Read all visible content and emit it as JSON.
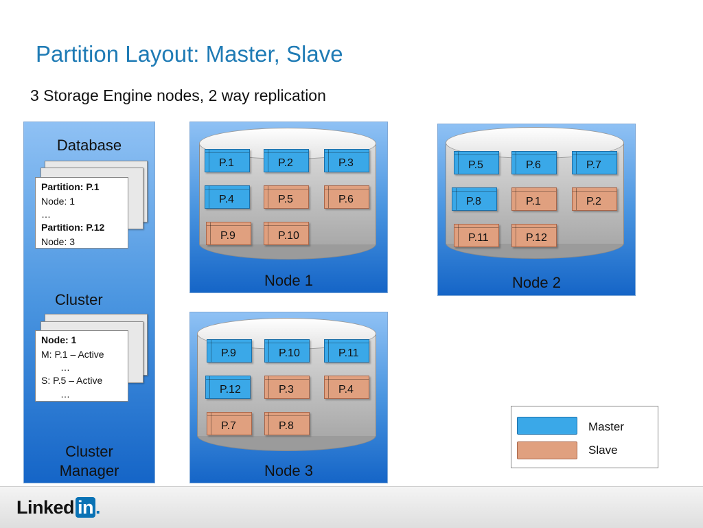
{
  "title": "Partition Layout: Master, Slave",
  "subtitle": "3 Storage Engine nodes, 2 way replication",
  "cluster_manager": {
    "database_label": "Database",
    "database_doc": [
      "Partition: P.1",
      "Node:  1",
      "…",
      "Partition: P.12",
      "Node: 3"
    ],
    "cluster_label": "Cluster",
    "cluster_doc": [
      "Node: 1",
      "M: P.1 – Active",
      "…",
      "S: P.5 – Active",
      "…"
    ],
    "label": "Cluster Manager"
  },
  "nodes": [
    {
      "label": "Node 1",
      "partitions": [
        {
          "name": "P.1",
          "role": "master"
        },
        {
          "name": "P.2",
          "role": "master"
        },
        {
          "name": "P.3",
          "role": "master"
        },
        {
          "name": "P.4",
          "role": "master"
        },
        {
          "name": "P.5",
          "role": "slave"
        },
        {
          "name": "P.6",
          "role": "slave"
        },
        {
          "name": "P.9",
          "role": "slave"
        },
        {
          "name": "P.10",
          "role": "slave"
        }
      ]
    },
    {
      "label": "Node 2",
      "partitions": [
        {
          "name": "P.5",
          "role": "master"
        },
        {
          "name": "P.6",
          "role": "master"
        },
        {
          "name": "P.7",
          "role": "master"
        },
        {
          "name": "P.8",
          "role": "master"
        },
        {
          "name": "P.1",
          "role": "slave"
        },
        {
          "name": "P.2",
          "role": "slave"
        },
        {
          "name": "P.11",
          "role": "slave"
        },
        {
          "name": "P.12",
          "role": "slave"
        }
      ]
    },
    {
      "label": "Node 3",
      "partitions": [
        {
          "name": "P.9",
          "role": "master"
        },
        {
          "name": "P.10",
          "role": "master"
        },
        {
          "name": "P.11",
          "role": "master"
        },
        {
          "name": "P.12",
          "role": "master"
        },
        {
          "name": "P.3",
          "role": "slave"
        },
        {
          "name": "P.4",
          "role": "slave"
        },
        {
          "name": "P.7",
          "role": "slave"
        },
        {
          "name": "P.8",
          "role": "slave"
        }
      ]
    }
  ],
  "legend": {
    "master_label": "Master",
    "slave_label": "Slave"
  },
  "colors": {
    "master": "#3aa8e8",
    "slave": "#e0a07f",
    "title": "#1f7bb5"
  },
  "logo": {
    "text": "Linked",
    "in": "in",
    "suffix": "."
  }
}
